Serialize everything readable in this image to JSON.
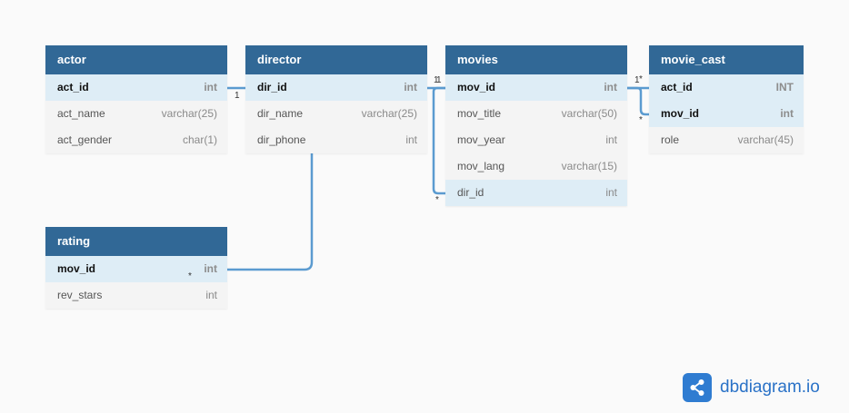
{
  "tables": [
    {
      "name": "actor",
      "fields": [
        {
          "name": "act_id",
          "type": "int",
          "style": "pk"
        },
        {
          "name": "act_name",
          "type": "varchar(25)",
          "style": "normal"
        },
        {
          "name": "act_gender",
          "type": "char(1)",
          "style": "normal"
        }
      ]
    },
    {
      "name": "director",
      "fields": [
        {
          "name": "dir_id",
          "type": "int",
          "style": "pk"
        },
        {
          "name": "dir_name",
          "type": "varchar(25)",
          "style": "normal"
        },
        {
          "name": "dir_phone",
          "type": "int",
          "style": "normal"
        }
      ]
    },
    {
      "name": "movies",
      "fields": [
        {
          "name": "mov_id",
          "type": "int",
          "style": "pk"
        },
        {
          "name": "mov_title",
          "type": "varchar(50)",
          "style": "normal"
        },
        {
          "name": "mov_year",
          "type": "int",
          "style": "normal"
        },
        {
          "name": "mov_lang",
          "type": "varchar(15)",
          "style": "normal"
        },
        {
          "name": "dir_id",
          "type": "int",
          "style": "ref"
        }
      ]
    },
    {
      "name": "movie_cast",
      "fields": [
        {
          "name": "act_id",
          "type": "INT",
          "style": "pk"
        },
        {
          "name": "mov_id",
          "type": "int",
          "style": "pk"
        },
        {
          "name": "role",
          "type": "varchar(45)",
          "style": "normal"
        }
      ]
    },
    {
      "name": "rating",
      "fields": [
        {
          "name": "mov_id",
          "type": "int",
          "style": "pk"
        },
        {
          "name": "rev_stars",
          "type": "int",
          "style": "normal"
        }
      ]
    }
  ],
  "cardinality_labels": {
    "actor_side": "1",
    "movies_side_a": "1",
    "movies_side_b": "1",
    "movies_cast_one": "1",
    "cast_many_a": "*",
    "cast_many_b": "*",
    "movies_dir_many": "*",
    "rating_many": "*"
  },
  "colors": {
    "header": "#316896",
    "pk_row": "#deedf6",
    "row": "#f4f4f4",
    "link": "#5b9bd0",
    "brand": "#2a72c7"
  },
  "brand": {
    "name": "dbdiagram.io",
    "icon": "share-icon"
  }
}
